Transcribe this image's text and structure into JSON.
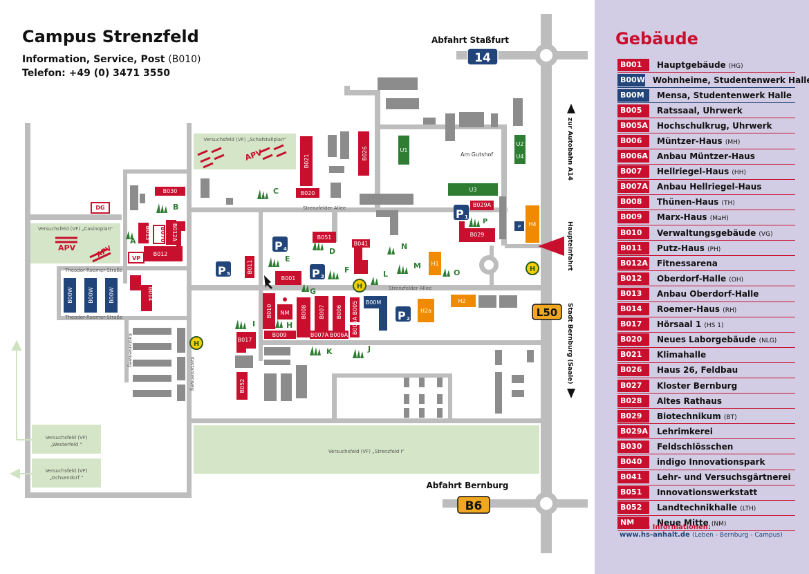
{
  "header": {
    "title": "Campus Strenzfeld",
    "line1": "Information, Service, Post",
    "line1_code": "(B010)",
    "line2": "Telefon: +49 (0) 3471 3550"
  },
  "sidebar": {
    "title": "Gebäude",
    "items": [
      {
        "code": "B001",
        "name": "Hauptgebäude",
        "abbr": "(HG)",
        "color": "red"
      },
      {
        "code": "B00W",
        "name": "Wohnheime, Studentenwerk Halle",
        "abbr": "",
        "color": "blue"
      },
      {
        "code": "B00M",
        "name": "Mensa, Studentenwerk Halle",
        "abbr": "",
        "color": "blue"
      },
      {
        "code": "B005",
        "name": "Ratssaal, Uhrwerk",
        "abbr": "",
        "color": "red"
      },
      {
        "code": "B005A",
        "name": "Hochschulkrug, Uhrwerk",
        "abbr": "",
        "color": "red"
      },
      {
        "code": "B006",
        "name": "Müntzer-Haus",
        "abbr": "(MH)",
        "color": "red"
      },
      {
        "code": "B006A",
        "name": "Anbau Müntzer-Haus",
        "abbr": "",
        "color": "red"
      },
      {
        "code": "B007",
        "name": "Hellriegel-Haus",
        "abbr": "(HH)",
        "color": "red"
      },
      {
        "code": "B007A",
        "name": "Anbau Hellriegel-Haus",
        "abbr": "",
        "color": "red"
      },
      {
        "code": "B008",
        "name": "Thünen-Haus",
        "abbr": "(TH)",
        "color": "red"
      },
      {
        "code": "B009",
        "name": "Marx-Haus",
        "abbr": "(MaH)",
        "color": "red"
      },
      {
        "code": "B010",
        "name": "Verwaltungsgebäude",
        "abbr": "(VG)",
        "color": "red"
      },
      {
        "code": "B011",
        "name": "Putz-Haus",
        "abbr": "(PH)",
        "color": "red"
      },
      {
        "code": "B012A",
        "name": "Fitnessarena",
        "abbr": "",
        "color": "red"
      },
      {
        "code": "B012",
        "name": "Oberdorf-Halle",
        "abbr": "(OH)",
        "color": "red"
      },
      {
        "code": "B013",
        "name": "Anbau Oberdorf-Halle",
        "abbr": "",
        "color": "red"
      },
      {
        "code": "B014",
        "name": "Roemer-Haus",
        "abbr": "(RH)",
        "color": "red"
      },
      {
        "code": "B017",
        "name": "Hörsaal 1",
        "abbr": "(HS 1)",
        "color": "red"
      },
      {
        "code": "B020",
        "name": "Neues Laborgebäude",
        "abbr": "(NLG)",
        "color": "red"
      },
      {
        "code": "B021",
        "name": "Klimahalle",
        "abbr": "",
        "color": "red"
      },
      {
        "code": "B026",
        "name": "Haus 26, Feldbau",
        "abbr": "",
        "color": "red"
      },
      {
        "code": "B027",
        "name": "Kloster Bernburg",
        "abbr": "",
        "color": "red"
      },
      {
        "code": "B028",
        "name": "Altes Rathaus",
        "abbr": "",
        "color": "red"
      },
      {
        "code": "B029",
        "name": "Biotechnikum",
        "abbr": "(BT)",
        "color": "red"
      },
      {
        "code": "B029A",
        "name": "Lehrimkerei",
        "abbr": "",
        "color": "red"
      },
      {
        "code": "B030",
        "name": "Feldschlösschen",
        "abbr": "",
        "color": "red"
      },
      {
        "code": "B040",
        "name": "indigo Innovationspark",
        "abbr": "",
        "color": "red"
      },
      {
        "code": "B041",
        "name": "Lehr- und Versuchsgärtnerei",
        "abbr": "",
        "color": "red"
      },
      {
        "code": "B051",
        "name": "Innovationswerkstatt",
        "abbr": "",
        "color": "red"
      },
      {
        "code": "B052",
        "name": "Landtechnikhalle",
        "abbr": "(LTH)",
        "color": "red"
      },
      {
        "code": "NM",
        "name": "Neue Mitte",
        "abbr": "(NM)",
        "color": "red"
      }
    ],
    "info_title": "Weitere Informationen:",
    "info_link": "www.hs-anhalt.de",
    "info_note": "(Leben - Bernburg - Campus)"
  },
  "map": {
    "colors": {
      "building": "#c8102e",
      "dorm": "#21457a",
      "green": "#2e7d32",
      "orange": "#f08a00",
      "road": "#bdbdbd",
      "field": "#d4e6c7"
    },
    "roads": {
      "strenzfelder_allee": "Strenzfelder Allee",
      "theodor_roemer": "Theodor-Roemer-Straße",
      "kastanienweg": "Kastanienweg",
      "am_gutshof": "Am Gutshof"
    },
    "exits": {
      "north": "Abfahrt Staßfurt",
      "north_sign": "14",
      "south": "Abfahrt Bernburg",
      "south_sign": "B6",
      "east_sign": "L50"
    },
    "directions": {
      "autobahn": "zur Autobahn A14",
      "entrance": "Haupteinfahrt",
      "city": "Stadt Bernburg (Saale)"
    },
    "fields": {
      "schafstallplan": "Versuchsfeld (VF) „Schafstallplan“",
      "casinoplan": "Versuchsfeld (VF) „Casinoplan“",
      "westerfeld_1": "Versuchsfeld (VF)",
      "westerfeld_2": "„Westerfeld “",
      "ochsendorf_1": "Versuchsfeld (VF)",
      "ochsendorf_2": "„Ochsendorf “",
      "strenzfeld": "Versuchsfeld (VF) „Strenzfeld  I“",
      "apv": "APV"
    },
    "labels": {
      "dg": "DG",
      "vp": "VP",
      "b030": "B030",
      "b013": "B013",
      "b070": "B070",
      "b012a": "B012A",
      "b012": "B012",
      "b014": "B014",
      "b021": "B021",
      "b020": "B020",
      "b026": "B026",
      "b051": "B051",
      "b041": "B041",
      "b011": "B011",
      "b001": "B001",
      "b010": "B010",
      "nm": "NM",
      "b008": "B008",
      "b007": "B007",
      "b006": "B006",
      "b005": "B005",
      "b005a": "B005A",
      "b009": "B009",
      "b007a": "B007A",
      "b006a": "B006A",
      "b017": "B017",
      "b052": "B052",
      "b029a": "B029A",
      "b029": "B029",
      "b00w": "B00W",
      "b00m": "B00M",
      "u1": "U1",
      "u2": "U2",
      "u4": "U4",
      "u3": "U3",
      "h1": "H1",
      "h2": "H2",
      "h2a": "H2a",
      "h4": "H4",
      "p": "P"
    },
    "parking": {
      "p4": "4",
      "p3": "3",
      "p5": "5",
      "p2": "2",
      "p1": "1"
    },
    "bus": "H",
    "areas": [
      "A",
      "B",
      "C",
      "D",
      "E",
      "F",
      "G",
      "H",
      "I",
      "J",
      "K",
      "L",
      "M",
      "N",
      "O",
      "P"
    ]
  }
}
